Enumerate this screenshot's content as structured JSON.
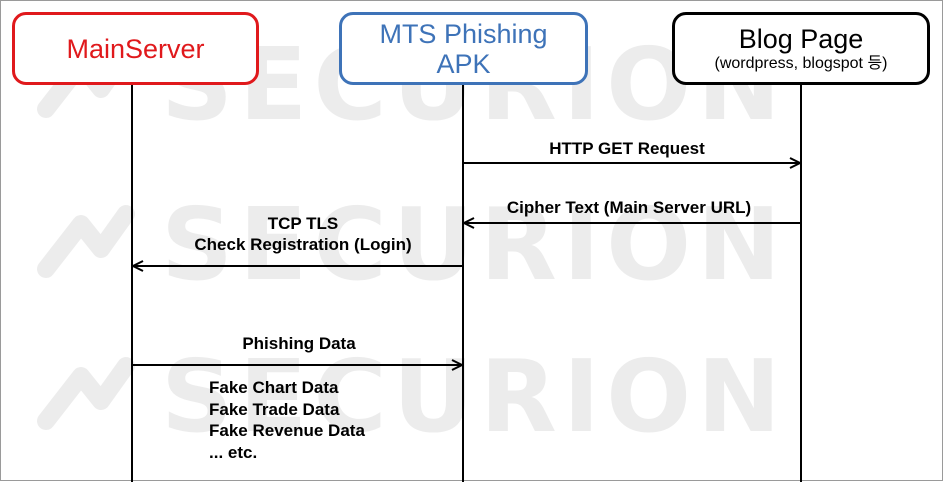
{
  "watermark": {
    "text": "SECURION"
  },
  "actors": [
    {
      "id": "main",
      "title_lines": [
        "MainServer"
      ],
      "subtitle": "",
      "color": "#e0191c"
    },
    {
      "id": "apk",
      "title_lines": [
        "MTS Phishing",
        "APK"
      ],
      "subtitle": "",
      "color": "#3e73b8"
    },
    {
      "id": "blog",
      "title_lines": [
        "Blog Page"
      ],
      "subtitle": "(wordpress, blogspot 등)",
      "color": "#000000"
    }
  ],
  "messages": [
    {
      "from": "apk",
      "to": "blog",
      "lines": [
        "HTTP GET Request"
      ]
    },
    {
      "from": "blog",
      "to": "apk",
      "lines": [
        "Cipher Text (Main Server URL)"
      ]
    },
    {
      "from": "apk",
      "to": "main",
      "lines": [
        "TCP TLS",
        "Check Registration (Login)"
      ]
    },
    {
      "from": "main",
      "to": "apk",
      "lines": [
        "Phishing Data"
      ]
    }
  ],
  "note": {
    "items": [
      "Fake Chart Data",
      "Fake Trade Data",
      "Fake Revenue Data",
      "... etc."
    ]
  }
}
